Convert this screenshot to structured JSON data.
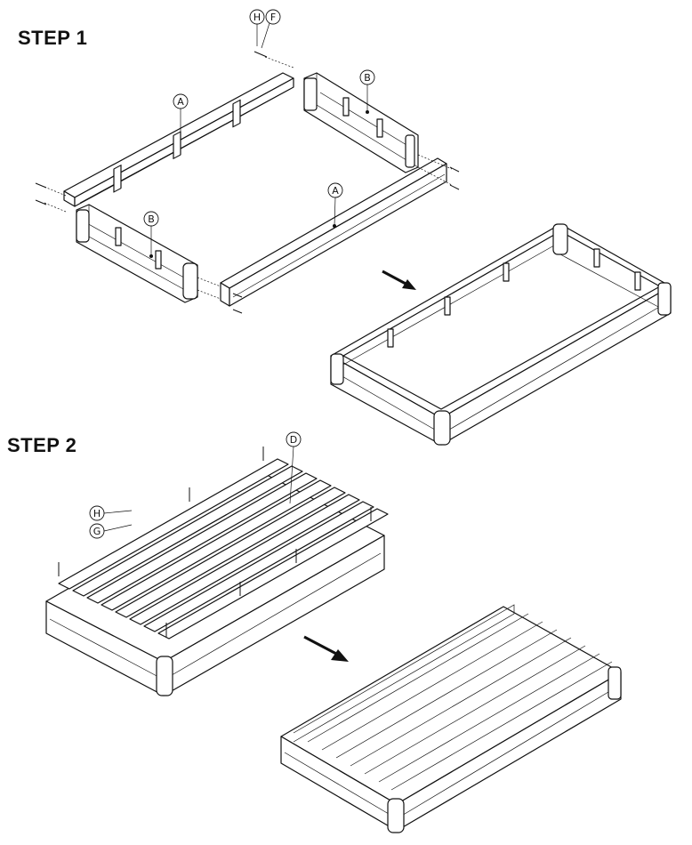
{
  "steps": [
    {
      "title": "STEP 1"
    },
    {
      "title": "STEP 2"
    }
  ],
  "parts": {
    "A": "A",
    "B": "B",
    "D": "D",
    "F": "F",
    "G": "G",
    "H": "H"
  },
  "arrow_icon": "right-down-arrow-icon"
}
